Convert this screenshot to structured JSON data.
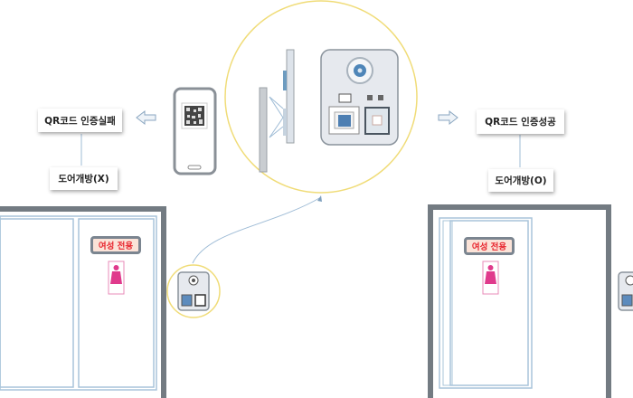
{
  "left_flow": {
    "status": "QR코드 인증실패",
    "result": "도어개방(X)"
  },
  "right_flow": {
    "status": "QR코드 인증성공",
    "result": "도어개방(O)"
  },
  "door_sign": "여성 전용",
  "colors": {
    "highlight_circle": "#f0dc78",
    "frame": "#737b82",
    "panel_line": "#9fbfd8",
    "sign_text": "#e8262e",
    "woman_icon": "#e03a8c"
  }
}
